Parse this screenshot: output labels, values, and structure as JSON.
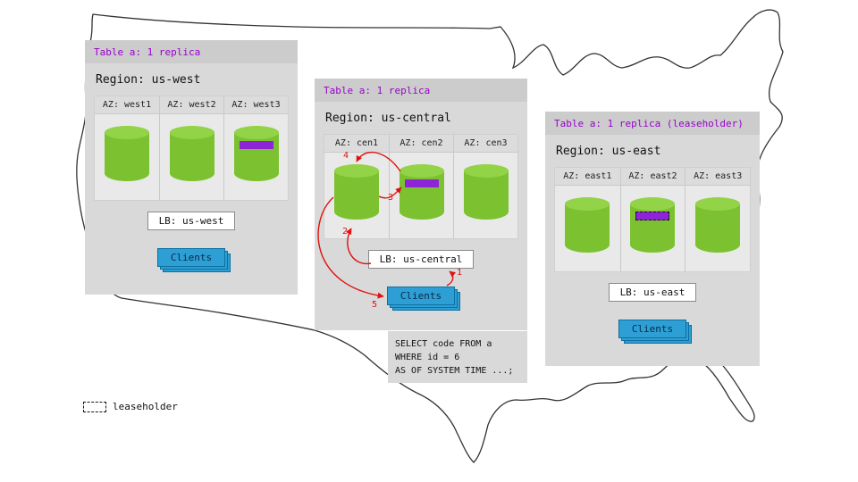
{
  "colors": {
    "panel_bg": "#d9d9d9",
    "panel_header_bg": "#cccccc",
    "table_label_purple": "#9900cc",
    "cylinder_green": "#7cc230",
    "cylinder_top_green": "#92d347",
    "replica_purple": "#8e24d8",
    "clients_blue": "#2d9fd4",
    "arrow_red": "#e01111"
  },
  "regions": [
    {
      "table_label": "Table a: 1 replica",
      "region_label": "Region: us-west",
      "azs": [
        {
          "label": "AZ: west1",
          "replica": false,
          "leaseholder": false
        },
        {
          "label": "AZ: west2",
          "replica": false,
          "leaseholder": false
        },
        {
          "label": "AZ: west3",
          "replica": true,
          "leaseholder": false
        }
      ],
      "lb_label": "LB: us-west",
      "clients_label": "Clients"
    },
    {
      "table_label": "Table a: 1 replica",
      "region_label": "Region: us-central",
      "azs": [
        {
          "label": "AZ: cen1",
          "replica": false,
          "leaseholder": false
        },
        {
          "label": "AZ: cen2",
          "replica": true,
          "leaseholder": false
        },
        {
          "label": "AZ: cen3",
          "replica": false,
          "leaseholder": false
        }
      ],
      "lb_label": "LB: us-central",
      "clients_label": "Clients"
    },
    {
      "table_label": "Table a: 1 replica (leaseholder)",
      "region_label": "Region: us-east",
      "azs": [
        {
          "label": "AZ: east1",
          "replica": false,
          "leaseholder": false
        },
        {
          "label": "AZ: east2",
          "replica": true,
          "leaseholder": true
        },
        {
          "label": "AZ: east3",
          "replica": false,
          "leaseholder": false
        }
      ],
      "lb_label": "LB: us-east",
      "clients_label": "Clients"
    }
  ],
  "query": {
    "lines": [
      "SELECT code FROM a",
      "WHERE id = 6",
      "AS OF SYSTEM TIME ...;"
    ]
  },
  "flow_steps": [
    "1",
    "2",
    "3",
    "4",
    "5"
  ],
  "legend": {
    "label": "leaseholder"
  }
}
